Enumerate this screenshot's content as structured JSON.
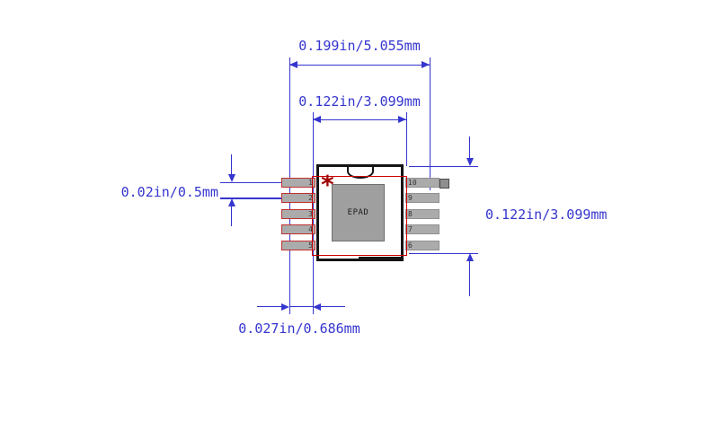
{
  "diagram": {
    "title_hint": "package-land-pattern",
    "dimensions": {
      "outer_width": "0.199in/5.055mm",
      "inner_width": "0.122in/3.099mm",
      "pin_pitch": "0.02in/0.5mm",
      "side_height": "0.122in/3.099mm",
      "pad_length": "0.027in/0.686mm"
    },
    "package": {
      "epad_label": "EPAD",
      "pin1_marker": "*",
      "pins_left": [
        "1",
        "2",
        "3",
        "4",
        "5"
      ],
      "pins_right": [
        "10",
        "9",
        "8",
        "7",
        "6"
      ]
    },
    "colors": {
      "dimension_blue": "#3535cf",
      "outline_red": "#cc0000",
      "pin1_marker_red": "#a00000",
      "pad_gray": "#ababab",
      "epad_gray": "#9f9f9f",
      "body_black": "#141414"
    }
  }
}
